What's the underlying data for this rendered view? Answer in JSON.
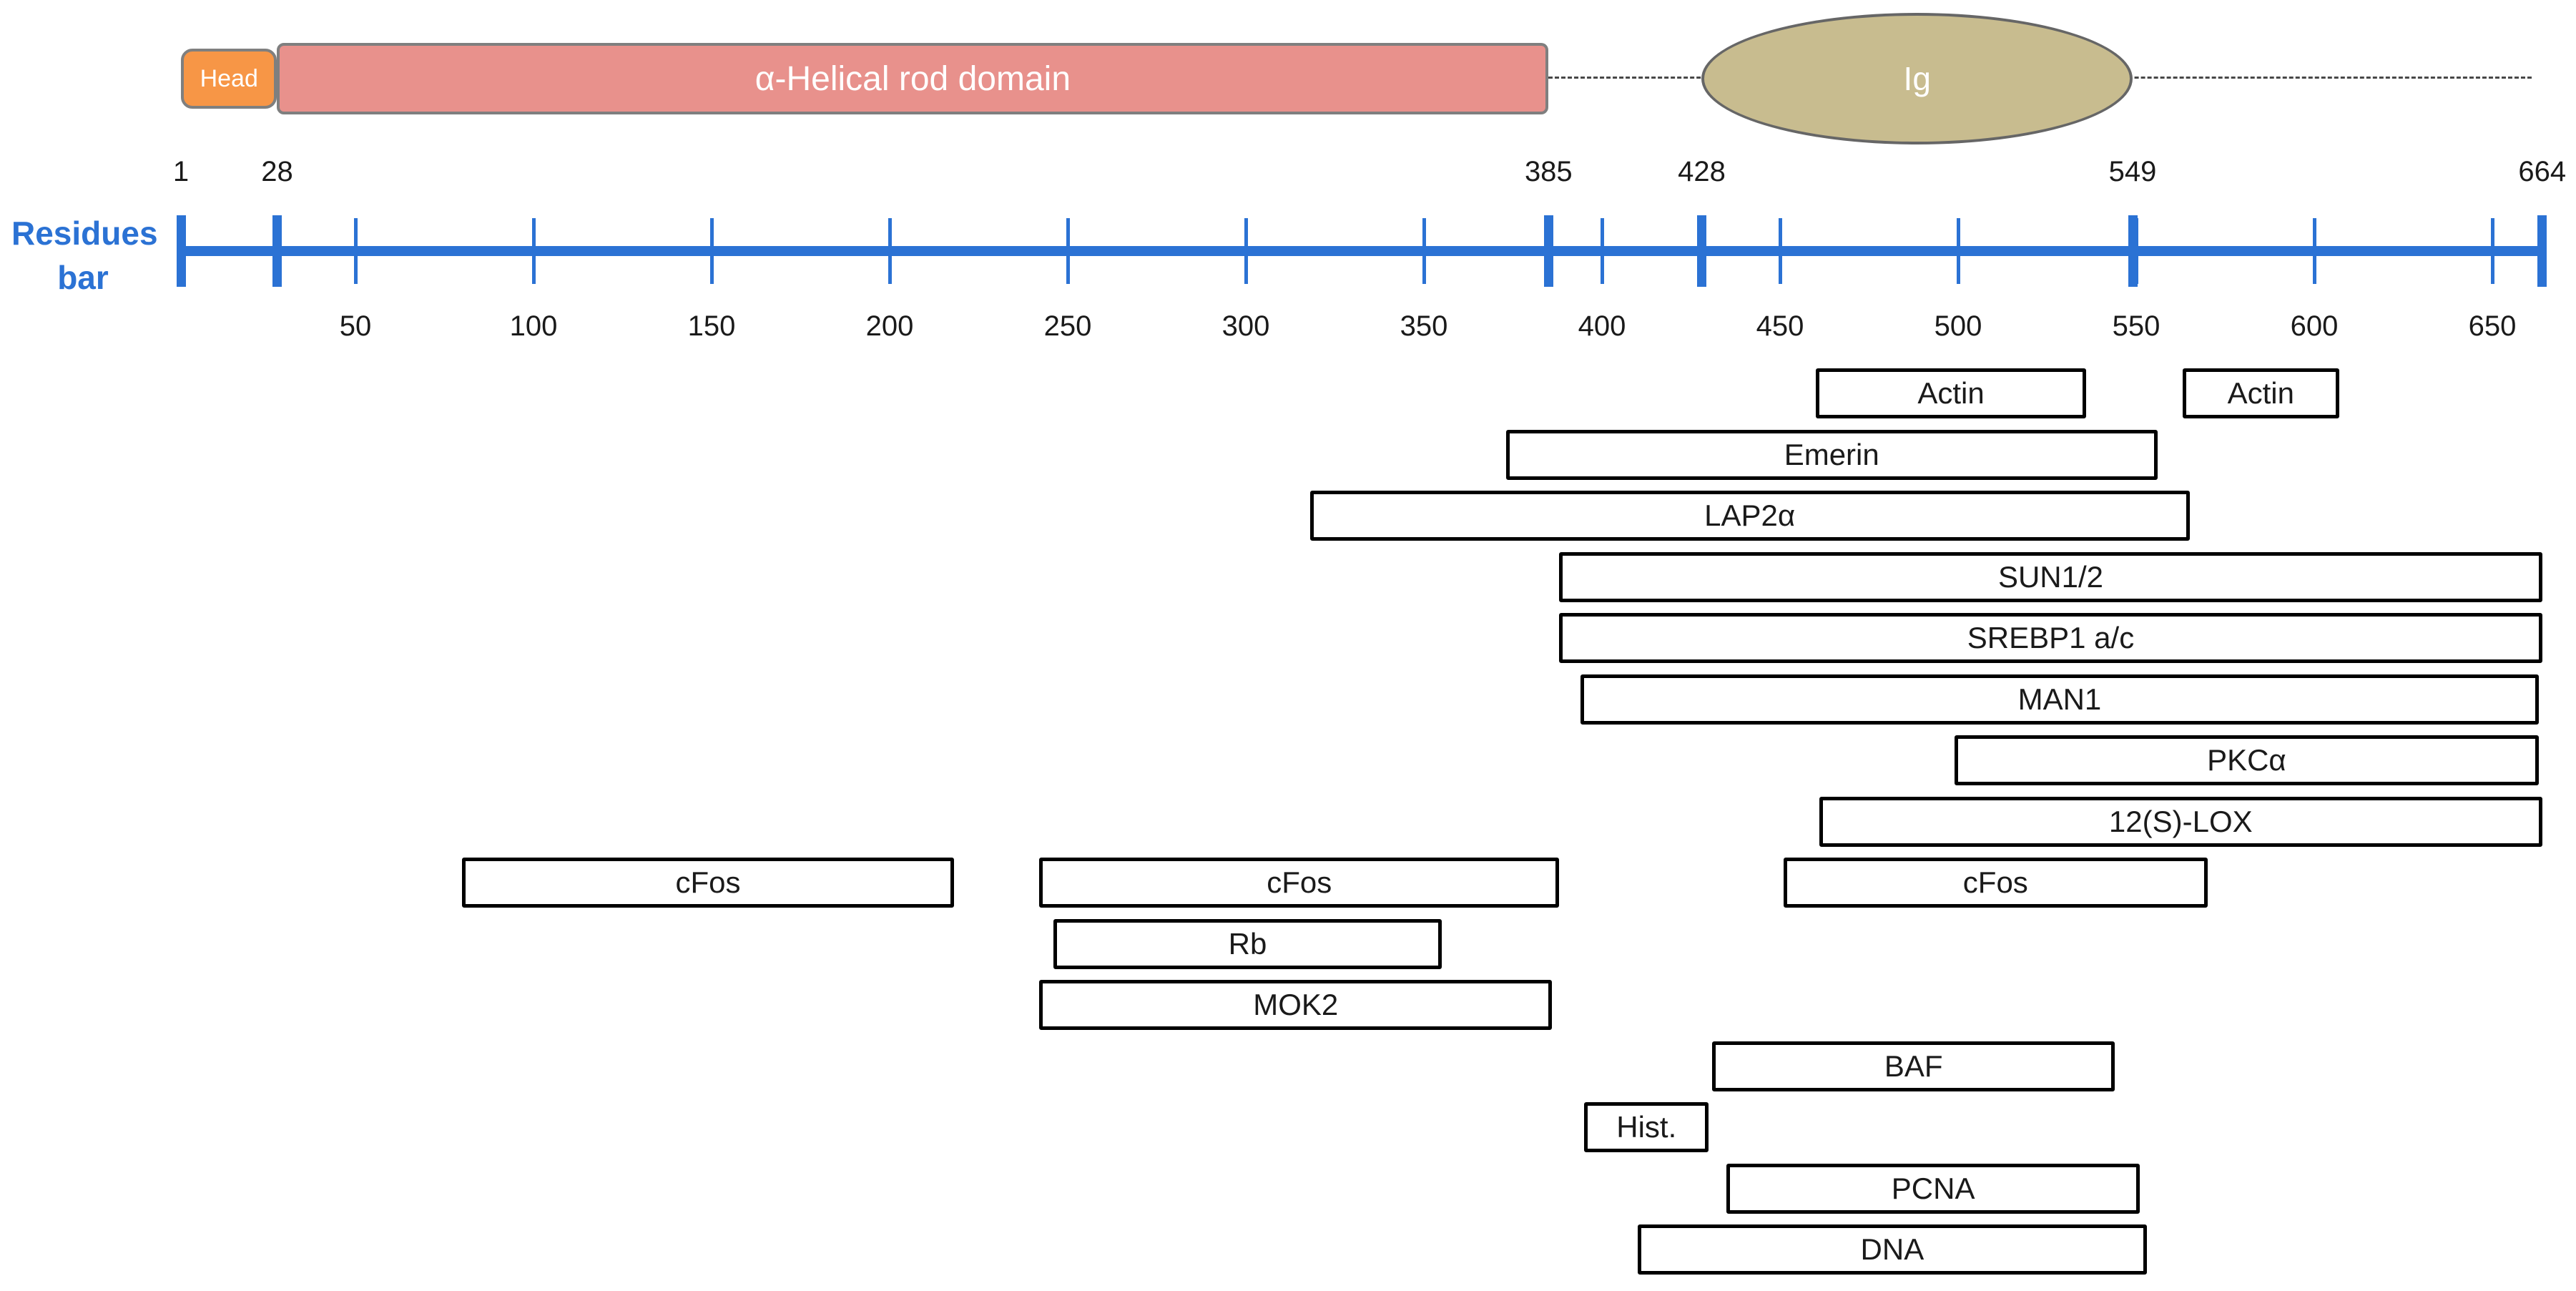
{
  "colors": {
    "head_fill": "#F79646",
    "rod_fill": "#E8918C",
    "ig_fill": "#C8BC8F",
    "domain_border": "#7f7f7f",
    "ruler_blue": "#2B72D4",
    "box_border": "#000000",
    "text": "#1a1a1a"
  },
  "domains": {
    "head": {
      "label": "Head",
      "start": 1,
      "end": 28
    },
    "rod": {
      "label": "α-Helical rod domain",
      "start": 28,
      "end": 385
    },
    "ig": {
      "label": "Ig",
      "start": 428,
      "end": 549
    },
    "tail_dash": {
      "start": 385,
      "end": 661
    }
  },
  "ruler": {
    "axis_label_line1": "Residues",
    "axis_label_line2": "bar",
    "start": 1,
    "end": 664,
    "major_marks": [
      {
        "value": 1,
        "label": "1"
      },
      {
        "value": 28,
        "label": "28"
      },
      {
        "value": 385,
        "label": "385"
      },
      {
        "value": 428,
        "label": "428"
      },
      {
        "value": 549,
        "label": "549"
      },
      {
        "value": 664,
        "label": "664"
      }
    ],
    "minor_marks": [
      {
        "value": 50,
        "label": "50"
      },
      {
        "value": 100,
        "label": "100"
      },
      {
        "value": 150,
        "label": "150"
      },
      {
        "value": 200,
        "label": "200"
      },
      {
        "value": 250,
        "label": "250"
      },
      {
        "value": 300,
        "label": "300"
      },
      {
        "value": 350,
        "label": "350"
      },
      {
        "value": 400,
        "label": "400"
      },
      {
        "value": 450,
        "label": "450"
      },
      {
        "value": 500,
        "label": "500"
      },
      {
        "value": 550,
        "label": "550"
      },
      {
        "value": 600,
        "label": "600"
      },
      {
        "value": 650,
        "label": "650"
      }
    ]
  },
  "interactions": [
    {
      "label": "Actin",
      "row": 0,
      "start": 460,
      "end": 536
    },
    {
      "label": "Actin",
      "row": 0,
      "start": 563,
      "end": 607
    },
    {
      "label": "Emerin",
      "row": 1,
      "start": 373,
      "end": 556
    },
    {
      "label": "LAP2α",
      "row": 2,
      "start": 318,
      "end": 565
    },
    {
      "label": "SUN1/2",
      "row": 3,
      "start": 388,
      "end": 664
    },
    {
      "label": "SREBP1 a/c",
      "row": 4,
      "start": 388,
      "end": 664
    },
    {
      "label": "MAN1",
      "row": 5,
      "start": 394,
      "end": 663
    },
    {
      "label": "PKCα",
      "row": 6,
      "start": 499,
      "end": 663
    },
    {
      "label": "12(S)-LOX",
      "row": 7,
      "start": 461,
      "end": 664
    },
    {
      "label": "cFos",
      "row": 8,
      "start": 80,
      "end": 218
    },
    {
      "label": "cFos",
      "row": 8,
      "start": 242,
      "end": 388
    },
    {
      "label": "cFos",
      "row": 8,
      "start": 451,
      "end": 570
    },
    {
      "label": "Rb",
      "row": 9,
      "start": 246,
      "end": 355
    },
    {
      "label": "MOK2",
      "row": 10,
      "start": 242,
      "end": 386
    },
    {
      "label": "BAF",
      "row": 11,
      "start": 431,
      "end": 544
    },
    {
      "label": "Hist.",
      "row": 12,
      "start": 395,
      "end": 430
    },
    {
      "label": "PCNA",
      "row": 13,
      "start": 435,
      "end": 551
    },
    {
      "label": "DNA",
      "row": 14,
      "start": 410,
      "end": 553
    }
  ]
}
